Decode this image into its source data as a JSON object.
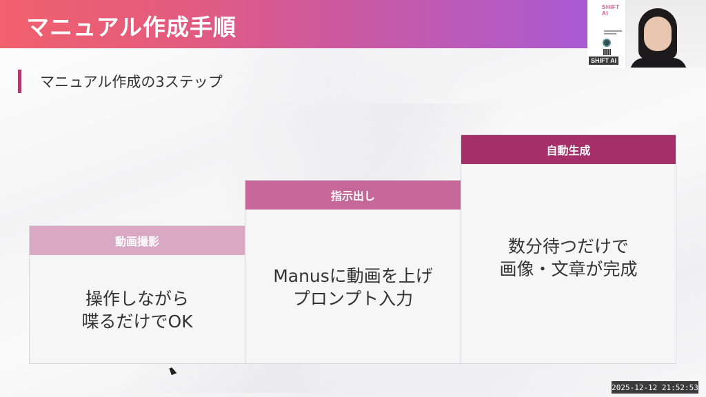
{
  "slide": {
    "title": "マニュアル作成手順",
    "section_title": "マニュアル作成の3ステップ",
    "steps": [
      {
        "header": "動画撮影",
        "header_color": "#d9a8c4",
        "lines": [
          "操作しながら",
          "喋るだけでOK"
        ]
      },
      {
        "header": "指示出し",
        "header_color": "#c6679a",
        "lines": [
          "Manusに動画を上げ",
          "プロンプト入力"
        ]
      },
      {
        "header": "自動生成",
        "header_color": "#a52f68",
        "lines": [
          "数分待つだけで",
          "画像・文章が完成"
        ]
      }
    ]
  },
  "presenter_cam": {
    "logo": "SHIFT AI",
    "badge": "SHIFT AI"
  },
  "timestamp": "2025-12-12 21:52:53",
  "colors": {
    "title_gradient_start": "#f1616d",
    "title_gradient_end": "#a95ad3",
    "accent": "#b03a6e"
  }
}
